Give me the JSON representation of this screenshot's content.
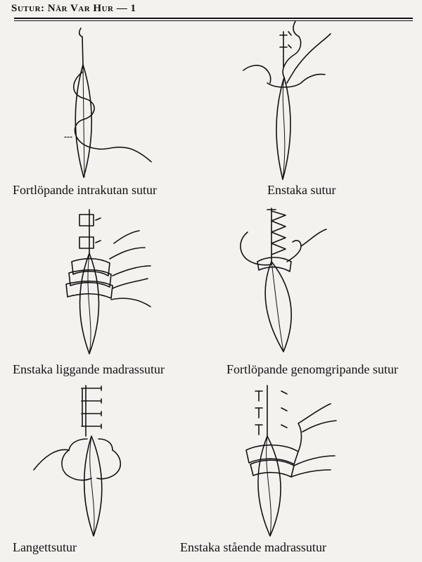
{
  "header": {
    "title": "Sutur: När Var Hur — 1"
  },
  "figures": [
    {
      "caption": "Fortlöpande intrakutan sutur"
    },
    {
      "caption": "Enstaka sutur"
    },
    {
      "caption": "Enstaka liggande madrassutur"
    },
    {
      "caption": "Fortlöpande genomgripande sutur"
    },
    {
      "caption": "Langettsutur"
    },
    {
      "caption": "Enstaka stående madrassutur"
    }
  ]
}
